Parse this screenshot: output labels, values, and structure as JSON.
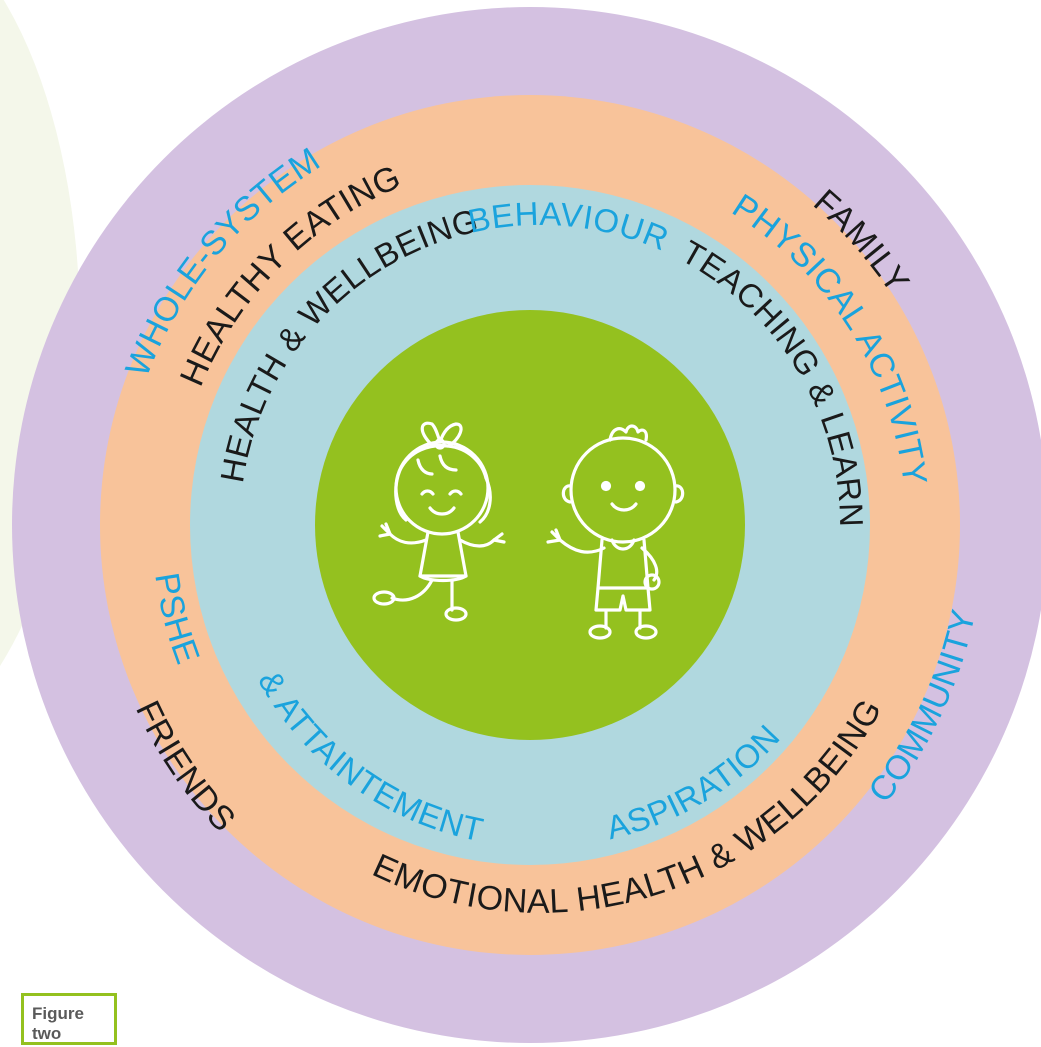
{
  "colors": {
    "background_blob": "#f4f7ea",
    "outer_ring": "#d4c1e1",
    "middle_ring": "#f8c39a",
    "inner_ring": "#b0d8df",
    "center": "#94c11f",
    "blue_text": "#1aa3dd",
    "dark_text": "#1a1a1a",
    "caption_border": "#94c11f"
  },
  "labels": {
    "whole_system": "WHOLE-SYSTEM",
    "family": "FAMILY",
    "community": "COMMUNITY",
    "friends": "FRIENDS",
    "healthy_eating": "HEALTHY EATING",
    "physical_activity": "PHYSICAL ACTIVITY",
    "emotional_health": "EMOTIONAL HEALTH & WELLBEING",
    "pshe": "PSHE",
    "health_wellbeing": "HEALTH & WELLBEING",
    "behaviour": "BEHAVIOUR",
    "teaching_learning": "TEACHING & LEARNING",
    "aspiration": "ASPIRATION",
    "attainment": "& ATTAINTEMENT"
  },
  "figure_caption": "Figure two",
  "icons": {
    "center": "girl-and-boy-cartoon-icon"
  }
}
